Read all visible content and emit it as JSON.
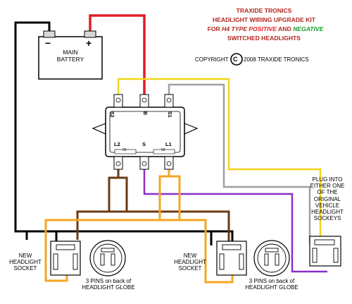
{
  "header": {
    "line1": "TRAXIDE TRONICS",
    "line2": "HEADLIGHT WIRING UPGRADE KIT",
    "line3_prefix": "FOR",
    "line3_type": "H4 TYPE",
    "line3_positive": "POSITIVE",
    "line3_and": "AND",
    "line3_negative": "NEGATIVE",
    "line4": "SWITCHED HEADLIGHTS"
  },
  "copyright": {
    "prefix": "COPYRIGHT",
    "symbol": "C",
    "suffix": "2008 TRAXIDE TRONICS"
  },
  "battery": {
    "label_line1": "MAIN",
    "label_line2": "BATTERY",
    "negative_symbol": "−",
    "positive_symbol": "+"
  },
  "relay": {
    "top_pins": [
      "S2",
      "B",
      "S1"
    ],
    "bottom_pins": [
      "L2",
      "S",
      "L1"
    ],
    "small_marks": [
      "50",
      "50"
    ]
  },
  "plug_note": [
    "PLUG INTO",
    "EITHER ONE",
    "OF THE",
    "ORIGINAL",
    "VEHICLE",
    "HEADLIGHT",
    "SOCKEYS"
  ],
  "left_socket_label": [
    "NEW",
    "HEADLIGHT",
    "SOCKET"
  ],
  "right_socket_label": [
    "NEW",
    "HEADLIGHT",
    "SOCKET"
  ],
  "left_globe_label": [
    "3 PINS on back of",
    "HEADLIGHT GLOBE"
  ],
  "right_globe_label": [
    "3 PINS on back of",
    "HEADLIGHT GLOBE"
  ],
  "colors": {
    "red": "#e51b24",
    "black": "#000000",
    "brown": "#6b3a12",
    "orange": "#f5a623",
    "yellow": "#f2d51a",
    "purple": "#8b2fc9",
    "grey": "#a0a0a0",
    "positive_text": "#e51b24",
    "negative_text": "#1a9b2c",
    "header_text": "#b3261e"
  }
}
